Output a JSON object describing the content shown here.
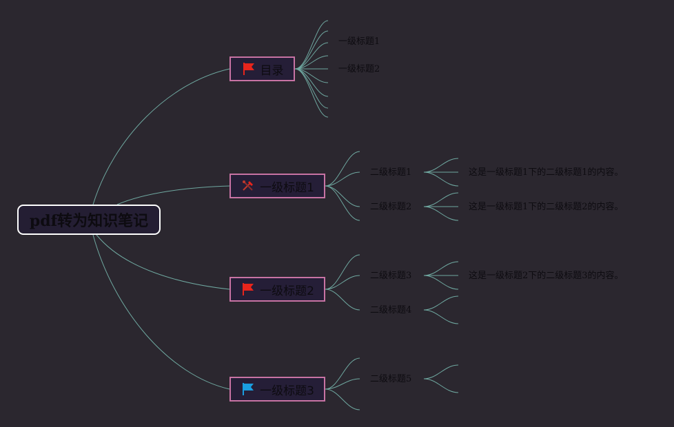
{
  "root": {
    "label": "pdf转为知识笔记"
  },
  "branches": [
    {
      "label": "目录",
      "icon": "red-flag-icon",
      "children": [
        "一级标题1",
        "一级标题2"
      ]
    },
    {
      "label": "一级标题1",
      "icon": "tools-icon",
      "children": [
        "二级标题1",
        "二级标题2"
      ],
      "contents": [
        "这是一级标题1下的二级标题1的内容。",
        "这是一级标题1下的二级标题2的内容。"
      ]
    },
    {
      "label": "一级标题2",
      "icon": "red-flag-icon",
      "children": [
        "二级标题3",
        "二级标题4"
      ],
      "contents": [
        "这是一级标题2下的二级标题3的内容。"
      ]
    },
    {
      "label": "一级标题3",
      "icon": "blue-flag-icon",
      "children": [
        "二级标题5"
      ]
    }
  ],
  "colors": {
    "background": "#2b272f",
    "connector": "#6fa8a0",
    "topic_border": "#c873a4",
    "root_border": "#ffffff",
    "flag_red": "#e8251c",
    "flag_blue": "#1a9ee0"
  }
}
